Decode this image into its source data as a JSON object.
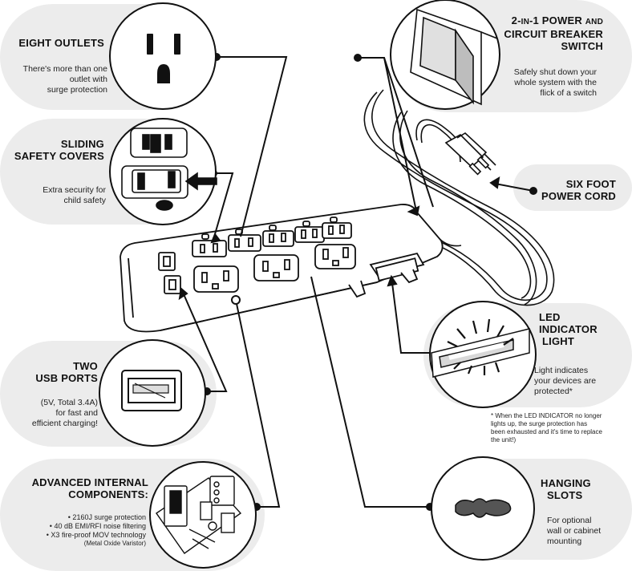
{
  "callouts": {
    "eight_outlets": {
      "title": "EIGHT OUTLETS",
      "desc": [
        "There's more than one",
        "outlet with",
        "surge protection"
      ]
    },
    "safety_covers": {
      "title": [
        "SLIDING",
        "SAFETY COVERS"
      ],
      "desc": [
        "Extra security for",
        "child safety"
      ]
    },
    "usb_ports": {
      "title": [
        "TWO",
        "USB PORTS"
      ],
      "desc": [
        "(5V, Total 3.4A)",
        "for fast and",
        "efficient charging!"
      ]
    },
    "internal_components": {
      "title": [
        "ADVANCED INTERNAL",
        "COMPONENTS:"
      ],
      "items": [
        "• 2160J surge protection",
        "• 40 dB EMI/RFI noise filtering",
        "• X3 fire-proof MOV technology"
      ],
      "note": "(Metal Oxide Varistor)"
    },
    "power_switch": {
      "title_line1_prefix": "2-",
      "title_line1_small": "IN",
      "title_line1_mid": "-1 POWER ",
      "title_line1_small2": "AND",
      "title": [
        "CIRCUIT BREAKER",
        "SWITCH"
      ],
      "desc": [
        "Safely shut down your",
        "whole system with the",
        "flick of a switch"
      ]
    },
    "power_cord": {
      "title": [
        "SIX FOOT",
        "POWER CORD"
      ]
    },
    "led_light": {
      "title": [
        "LED",
        "INDICATOR",
        "LIGHT"
      ],
      "desc": [
        "Light indicates",
        "your devices are",
        "protected*"
      ],
      "footnote": [
        "*  When the LED INDICATOR no longer",
        "lights up, the surge protection has",
        "been exhausted and it's time to replace",
        "the unit!)"
      ]
    },
    "hanging_slots": {
      "title": [
        "HANGING",
        "SLOTS"
      ],
      "desc": [
        "For optional",
        "wall or cabinet",
        "mounting"
      ]
    }
  },
  "icons": [
    "outlet-icon",
    "safety-cover-icon",
    "usb-port-icon",
    "circuit-board-icon",
    "rocker-switch-icon",
    "led-glow-icon",
    "hanging-slot-icon",
    "power-strip",
    "power-cord",
    "plug-icon"
  ],
  "colors": {
    "pill": "#ececec",
    "line": "#111111",
    "circle_fill": "#ffffff"
  }
}
